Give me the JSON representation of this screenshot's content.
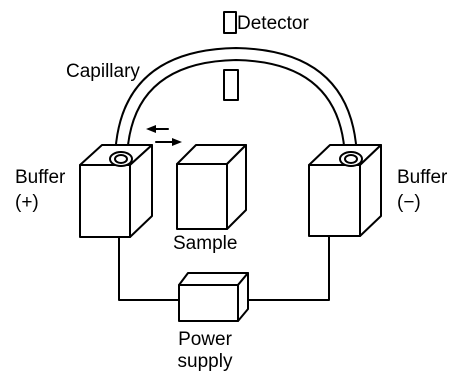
{
  "labels": {
    "detector": "Detector",
    "capillary": "Capillary",
    "buffer_left": "Buffer",
    "buffer_left_sign": "(+)",
    "buffer_right": "Buffer",
    "buffer_right_sign": "(−)",
    "sample": "Sample",
    "power_line1": "Power",
    "power_line2": "supply"
  },
  "colors": {
    "stroke": "#000000",
    "background": "#ffffff"
  }
}
